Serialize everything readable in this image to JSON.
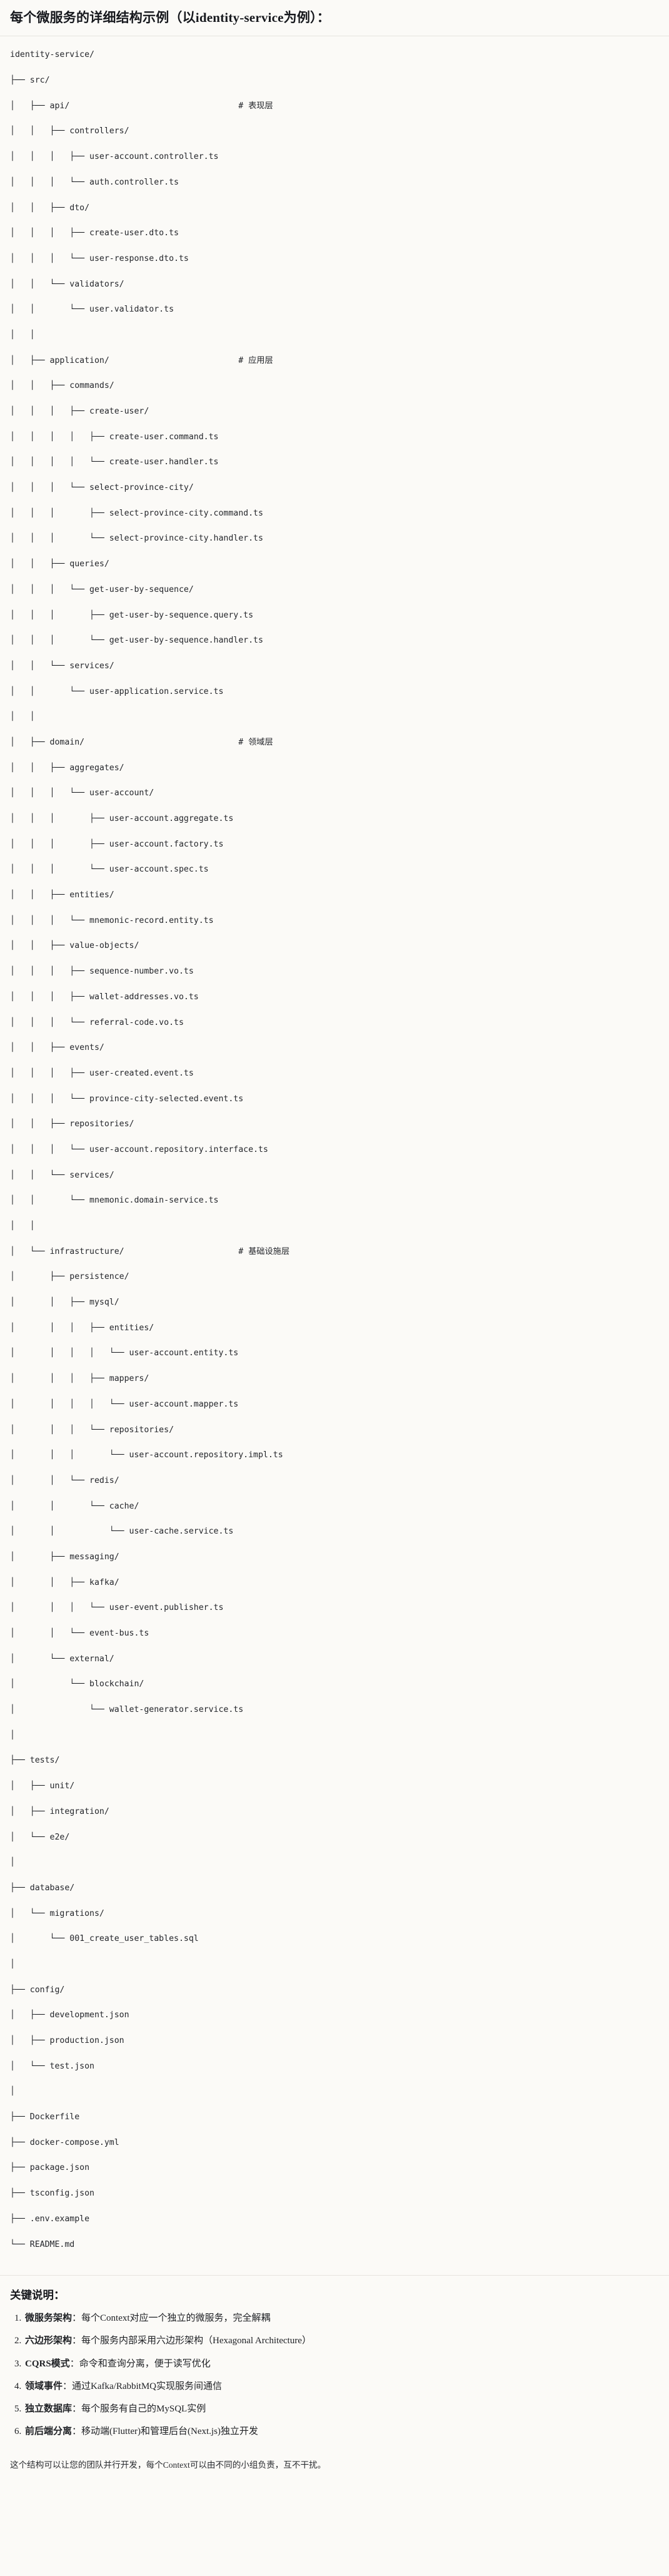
{
  "heading": "每个微服务的详细结构示例（以identity-service为例）：",
  "tree": {
    "comment_column": 46,
    "lines": [
      {
        "text": "identity-service/",
        "comment": ""
      },
      {
        "text": "├── src/",
        "comment": ""
      },
      {
        "text": "│   ├── api/",
        "comment": "# 表现层"
      },
      {
        "text": "│   │   ├── controllers/",
        "comment": ""
      },
      {
        "text": "│   │   │   ├── user-account.controller.ts",
        "comment": ""
      },
      {
        "text": "│   │   │   └── auth.controller.ts",
        "comment": ""
      },
      {
        "text": "│   │   ├── dto/",
        "comment": ""
      },
      {
        "text": "│   │   │   ├── create-user.dto.ts",
        "comment": ""
      },
      {
        "text": "│   │   │   └── user-response.dto.ts",
        "comment": ""
      },
      {
        "text": "│   │   └── validators/",
        "comment": ""
      },
      {
        "text": "│   │       └── user.validator.ts",
        "comment": ""
      },
      {
        "text": "│   │",
        "comment": ""
      },
      {
        "text": "│   ├── application/",
        "comment": "# 应用层"
      },
      {
        "text": "│   │   ├── commands/",
        "comment": ""
      },
      {
        "text": "│   │   │   ├── create-user/",
        "comment": ""
      },
      {
        "text": "│   │   │   │   ├── create-user.command.ts",
        "comment": ""
      },
      {
        "text": "│   │   │   │   └── create-user.handler.ts",
        "comment": ""
      },
      {
        "text": "│   │   │   └── select-province-city/",
        "comment": ""
      },
      {
        "text": "│   │   │       ├── select-province-city.command.ts",
        "comment": ""
      },
      {
        "text": "│   │   │       └── select-province-city.handler.ts",
        "comment": ""
      },
      {
        "text": "│   │   ├── queries/",
        "comment": ""
      },
      {
        "text": "│   │   │   └── get-user-by-sequence/",
        "comment": ""
      },
      {
        "text": "│   │   │       ├── get-user-by-sequence.query.ts",
        "comment": ""
      },
      {
        "text": "│   │   │       └── get-user-by-sequence.handler.ts",
        "comment": ""
      },
      {
        "text": "│   │   └── services/",
        "comment": ""
      },
      {
        "text": "│   │       └── user-application.service.ts",
        "comment": ""
      },
      {
        "text": "│   │",
        "comment": ""
      },
      {
        "text": "│   ├── domain/",
        "comment": "# 领域层"
      },
      {
        "text": "│   │   ├── aggregates/",
        "comment": ""
      },
      {
        "text": "│   │   │   └── user-account/",
        "comment": ""
      },
      {
        "text": "│   │   │       ├── user-account.aggregate.ts",
        "comment": ""
      },
      {
        "text": "│   │   │       ├── user-account.factory.ts",
        "comment": ""
      },
      {
        "text": "│   │   │       └── user-account.spec.ts",
        "comment": ""
      },
      {
        "text": "│   │   ├── entities/",
        "comment": ""
      },
      {
        "text": "│   │   │   └── mnemonic-record.entity.ts",
        "comment": ""
      },
      {
        "text": "│   │   ├── value-objects/",
        "comment": ""
      },
      {
        "text": "│   │   │   ├── sequence-number.vo.ts",
        "comment": ""
      },
      {
        "text": "│   │   │   ├── wallet-addresses.vo.ts",
        "comment": ""
      },
      {
        "text": "│   │   │   └── referral-code.vo.ts",
        "comment": ""
      },
      {
        "text": "│   │   ├── events/",
        "comment": ""
      },
      {
        "text": "│   │   │   ├── user-created.event.ts",
        "comment": ""
      },
      {
        "text": "│   │   │   └── province-city-selected.event.ts",
        "comment": ""
      },
      {
        "text": "│   │   ├── repositories/",
        "comment": ""
      },
      {
        "text": "│   │   │   └── user-account.repository.interface.ts",
        "comment": ""
      },
      {
        "text": "│   │   └── services/",
        "comment": ""
      },
      {
        "text": "│   │       └── mnemonic.domain-service.ts",
        "comment": ""
      },
      {
        "text": "│   │",
        "comment": ""
      },
      {
        "text": "│   └── infrastructure/",
        "comment": "# 基础设施层"
      },
      {
        "text": "│       ├── persistence/",
        "comment": ""
      },
      {
        "text": "│       │   ├── mysql/",
        "comment": ""
      },
      {
        "text": "│       │   │   ├── entities/",
        "comment": ""
      },
      {
        "text": "│       │   │   │   └── user-account.entity.ts",
        "comment": ""
      },
      {
        "text": "│       │   │   ├── mappers/",
        "comment": ""
      },
      {
        "text": "│       │   │   │   └── user-account.mapper.ts",
        "comment": ""
      },
      {
        "text": "│       │   │   └── repositories/",
        "comment": ""
      },
      {
        "text": "│       │   │       └── user-account.repository.impl.ts",
        "comment": ""
      },
      {
        "text": "│       │   └── redis/",
        "comment": ""
      },
      {
        "text": "│       │       └── cache/",
        "comment": ""
      },
      {
        "text": "│       │           └── user-cache.service.ts",
        "comment": ""
      },
      {
        "text": "│       ├── messaging/",
        "comment": ""
      },
      {
        "text": "│       │   ├── kafka/",
        "comment": ""
      },
      {
        "text": "│       │   │   └── user-event.publisher.ts",
        "comment": ""
      },
      {
        "text": "│       │   └── event-bus.ts",
        "comment": ""
      },
      {
        "text": "│       └── external/",
        "comment": ""
      },
      {
        "text": "│           └── blockchain/",
        "comment": ""
      },
      {
        "text": "│               └── wallet-generator.service.ts",
        "comment": ""
      },
      {
        "text": "│",
        "comment": ""
      },
      {
        "text": "├── tests/",
        "comment": ""
      },
      {
        "text": "│   ├── unit/",
        "comment": ""
      },
      {
        "text": "│   ├── integration/",
        "comment": ""
      },
      {
        "text": "│   └── e2e/",
        "comment": ""
      },
      {
        "text": "│",
        "comment": ""
      },
      {
        "text": "├── database/",
        "comment": ""
      },
      {
        "text": "│   └── migrations/",
        "comment": ""
      },
      {
        "text": "│       └── 001_create_user_tables.sql",
        "comment": ""
      },
      {
        "text": "│",
        "comment": ""
      },
      {
        "text": "├── config/",
        "comment": ""
      },
      {
        "text": "│   ├── development.json",
        "comment": ""
      },
      {
        "text": "│   ├── production.json",
        "comment": ""
      },
      {
        "text": "│   └── test.json",
        "comment": ""
      },
      {
        "text": "│",
        "comment": ""
      },
      {
        "text": "├── Dockerfile",
        "comment": ""
      },
      {
        "text": "├── docker-compose.yml",
        "comment": ""
      },
      {
        "text": "├── package.json",
        "comment": ""
      },
      {
        "text": "├── tsconfig.json",
        "comment": ""
      },
      {
        "text": "├── .env.example",
        "comment": ""
      },
      {
        "text": "└── README.md",
        "comment": ""
      }
    ]
  },
  "notes": {
    "title": "关键说明：",
    "items": [
      {
        "term": "微服务架构",
        "desc": "：每个Context对应一个独立的微服务，完全解耦"
      },
      {
        "term": "六边形架构",
        "desc": "：每个服务内部采用六边形架构（Hexagonal Architecture）"
      },
      {
        "term": "CQRS模式",
        "desc": "：命令和查询分离，便于读写优化"
      },
      {
        "term": "领域事件",
        "desc": "：通过Kafka/RabbitMQ实现服务间通信"
      },
      {
        "term": "独立数据库",
        "desc": "：每个服务有自己的MySQL实例"
      },
      {
        "term": "前后端分离",
        "desc": "：移动端(Flutter)和管理后台(Next.js)独立开发"
      }
    ]
  },
  "closing": "这个结构可以让您的团队并行开发，每个Context可以由不同的小组负责，互不干扰。"
}
